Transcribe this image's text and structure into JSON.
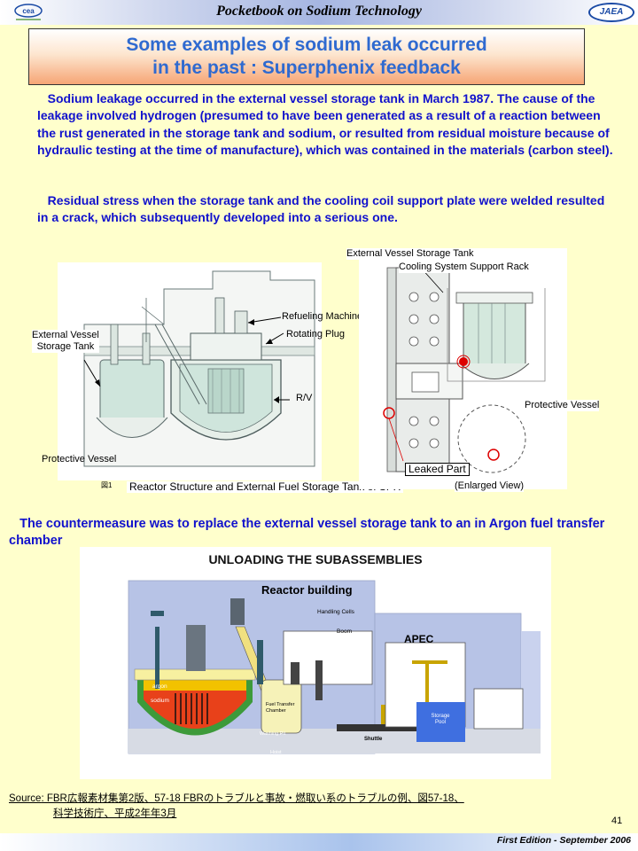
{
  "header": {
    "title": "Pocketbook on Sodium Technology",
    "logo_left": "cea",
    "logo_right": "JAEA"
  },
  "title": {
    "line1": "Some examples of sodium leak occurred",
    "line2": "in the past : Superphenix feedback"
  },
  "paragraphs": {
    "p1": "Sodium leakage occurred in the external vessel storage tank in March 1987.  The cause of the leakage involved hydrogen (presumed to have been generated as a result of a reaction between the rust generated in the storage tank and sodium, or resulted from residual moisture because of hydraulic testing at the time of manufacture), which was contained in the materials (carbon steel).",
    "p2": "Residual stress when the storage tank and the cooling coil support plate were welded resulted in a crack, which subsequently developed into a serious one.",
    "p3": "The countermeasure was to replace the external vessel storage tank to an in Argon fuel transfer chamber"
  },
  "figure1": {
    "refueling_machine": "Refueling Machine",
    "rotating_plug": "Rotating Plug",
    "external_vessel_storage_tank": "External Vessel\nStorage Tank",
    "rv": "R/V",
    "protective_vessel": "Protective Vessel",
    "caption": "Reactor Structure and External Fuel Storage Tank of SPX",
    "fig_marker": "図1"
  },
  "figure2": {
    "title": "External Vessel Storage Tank",
    "support_rack": "Cooling System Support Rack",
    "protective_vessel": "Protective Vessel",
    "leaked_part": "Leaked Part",
    "caption": "(Enlarged View)"
  },
  "unloading": {
    "title": "UNLOADING THE SUBASSEMBLIES",
    "reactor_building": "Reactor building",
    "handling_cells": "Handling Cells",
    "boom": "Boom",
    "apec": "APEC",
    "argon": "argon",
    "sodium": "sodium",
    "fuel_transfer_chamber": "Fuel Transfer Chamber",
    "washing_pit": "Washing Pit",
    "hoist": "Hoist",
    "shuttle": "Shuttle",
    "storage_pool": "Storage Pool"
  },
  "source": {
    "label": "Source",
    "line1": ": FBR広報素材集第2版、57-18 FBRのトラブルと事故・燃取い系のトラブルの例、図57-18、",
    "line2": "科学技術庁、平成2年年3月"
  },
  "footer": {
    "page_number": "41",
    "edition": "First Edition - September 2006"
  }
}
